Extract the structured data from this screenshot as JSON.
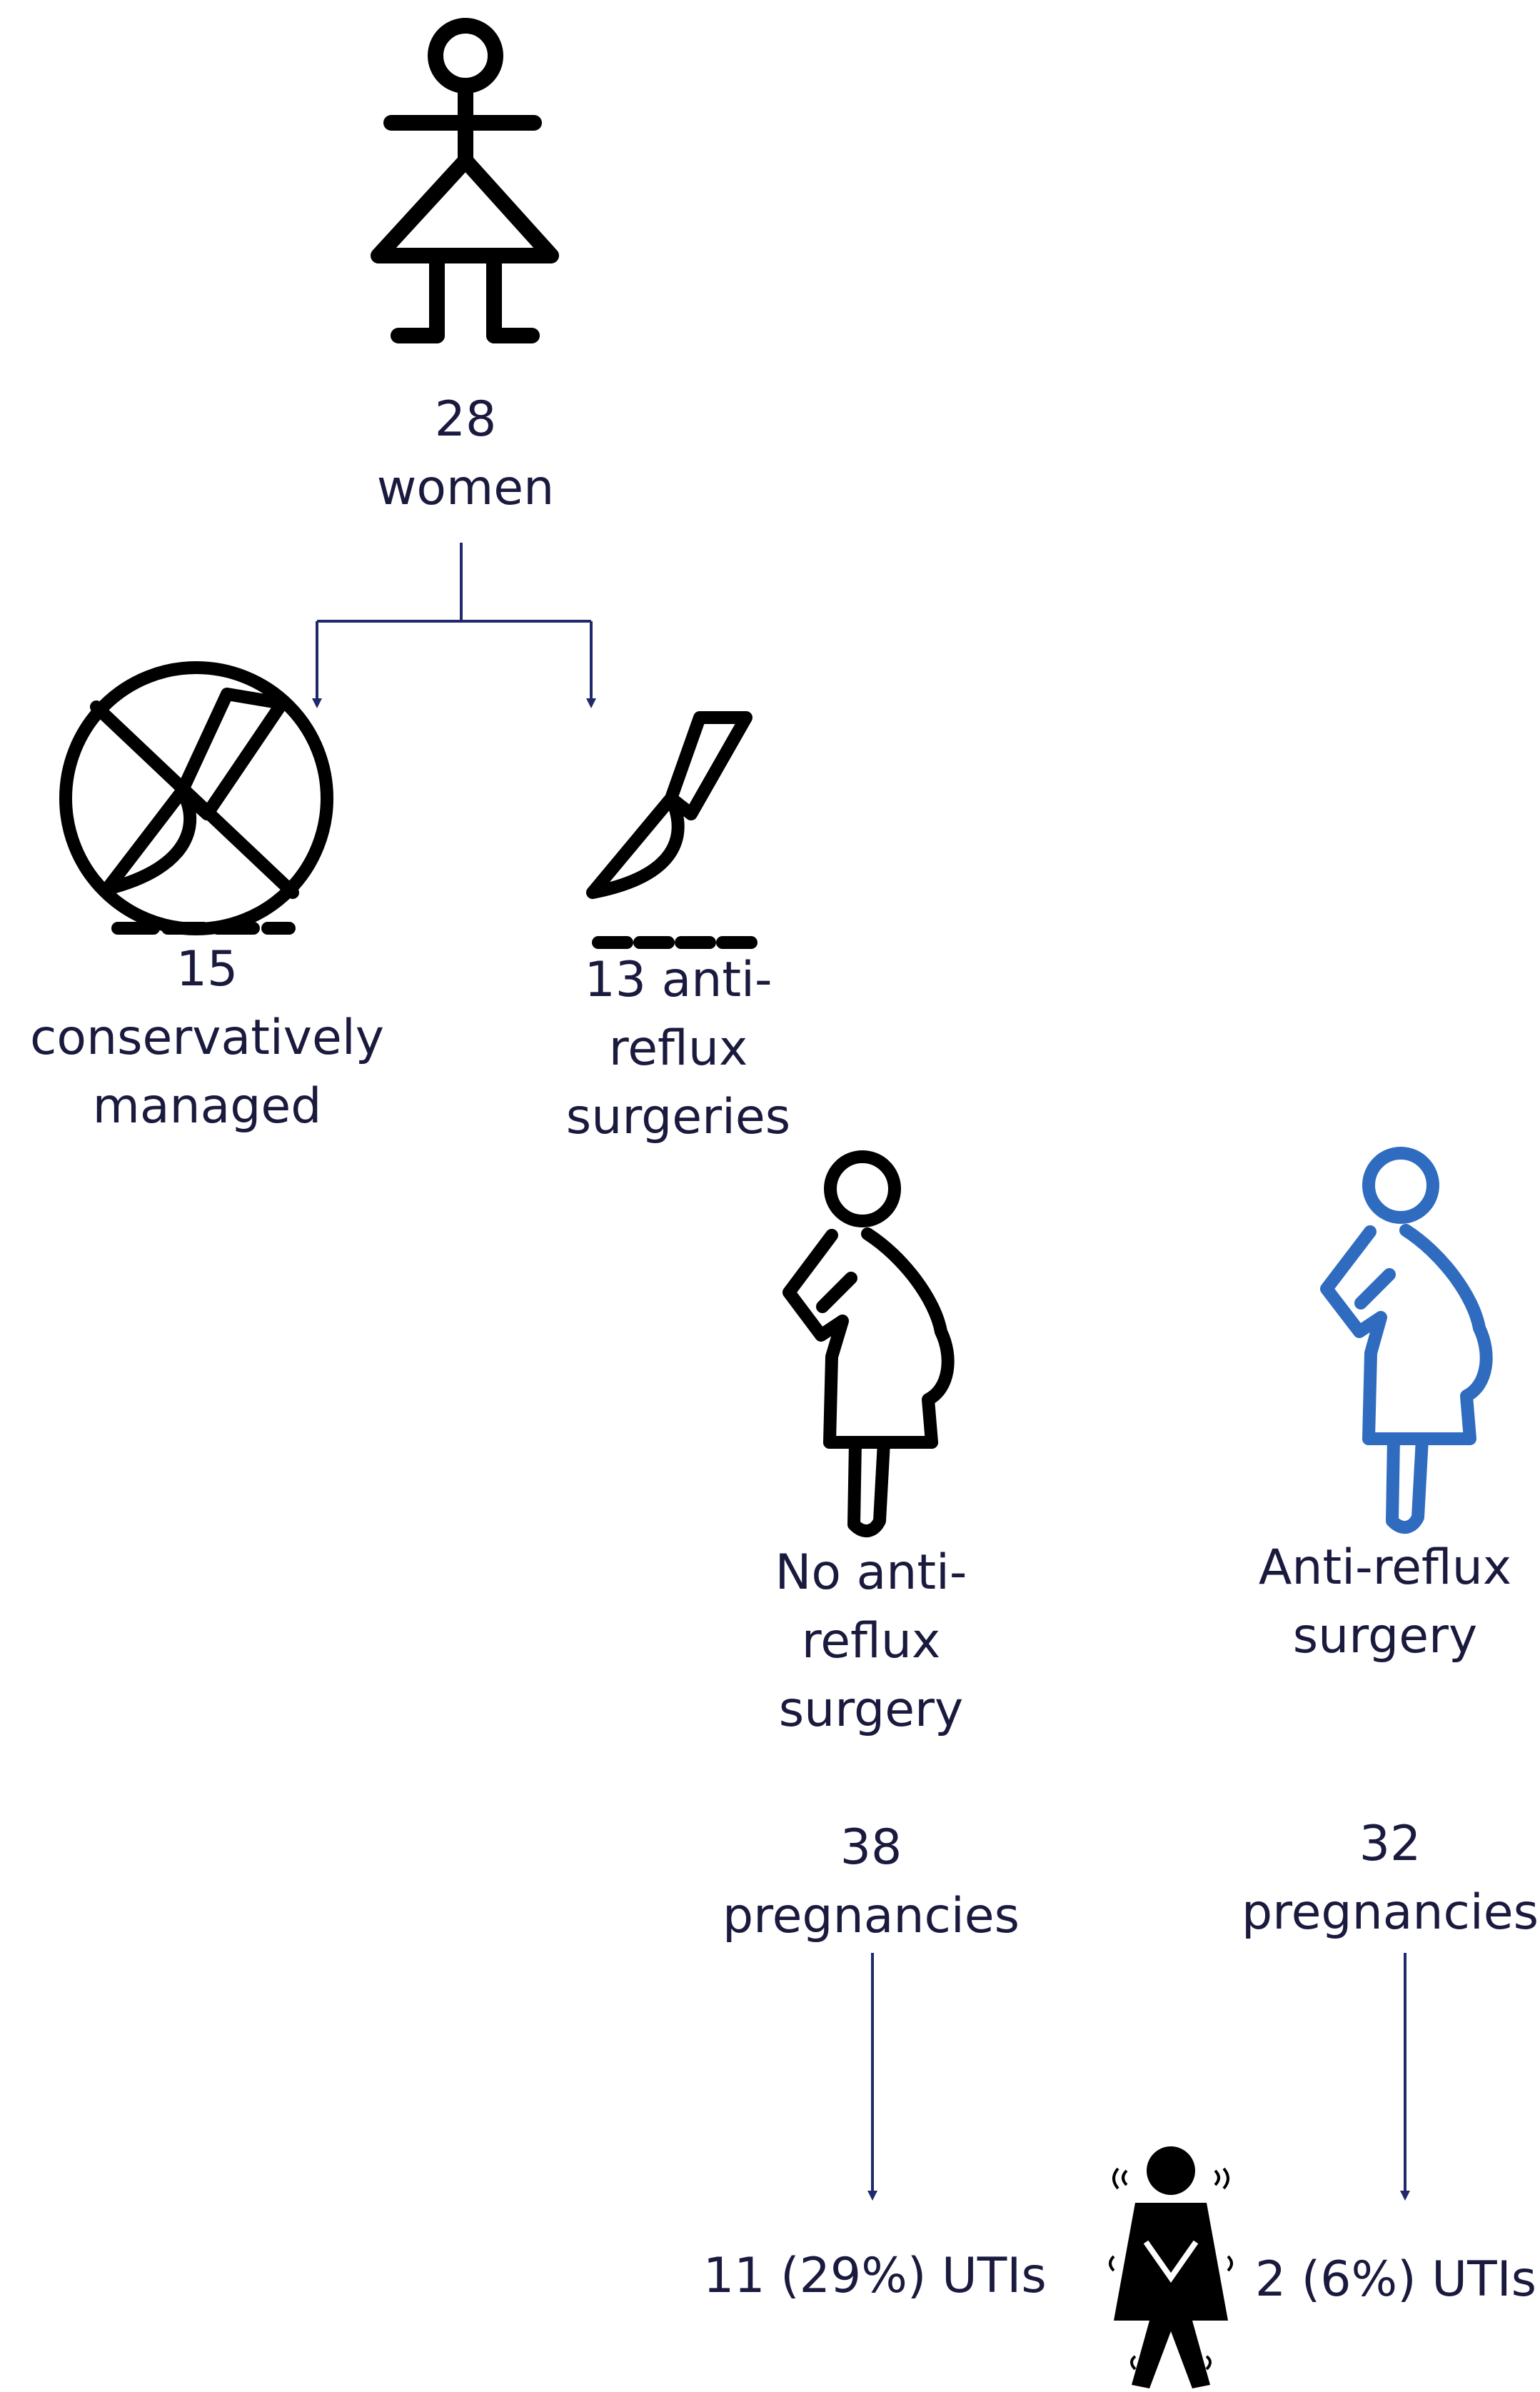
{
  "root": {
    "count": "28",
    "noun": "women"
  },
  "branch_conservative": {
    "count": "15",
    "lines": [
      "conservatively",
      "managed"
    ]
  },
  "branch_surgery": {
    "lines": [
      "13 anti-",
      "reflux",
      "surgeries"
    ]
  },
  "group_no_surgery": {
    "lines": [
      "No anti-",
      "reflux",
      "surgery"
    ],
    "pregnancy_count": "38",
    "pregnancy_noun": "pregnancies",
    "uti": "11 (29%) UTIs"
  },
  "group_surgery": {
    "lines": [
      "Anti-reflux",
      "surgery"
    ],
    "pregnancy_count": "32",
    "pregnancy_noun": "pregnancies",
    "uti": "2 (6%) UTIs"
  },
  "icons": [
    "woman-icon",
    "no-surgery-icon",
    "scalpel-icon",
    "pregnant-woman-icon",
    "pregnant-woman-blue-icon",
    "urgency-person-icon"
  ],
  "colors": {
    "text": "#1a1a3e",
    "connector": "#1f2a6b",
    "icon": "#000000",
    "accent": "#2f6bbf"
  }
}
